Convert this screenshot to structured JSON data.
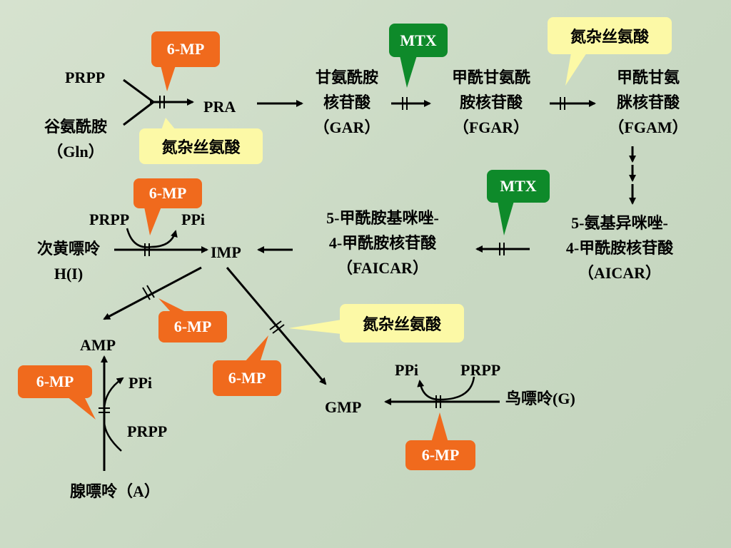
{
  "metabolites": {
    "prpp_top": "PRPP",
    "gln": "谷氨酰胺\n（Gln）",
    "pra": "PRA",
    "gar": "甘氨酰胺\n核苷酸\n（GAR）",
    "fgar": "甲酰甘氨酰\n胺核苷酸\n（FGAR）",
    "fgam": "甲酰甘氨\n脒核苷酸\n（FGAM）",
    "aicar": "5-氨基异咪唑-\n4-甲酰胺核苷酸\n（AICAR）",
    "faicar": "5-甲酰胺基咪唑-\n4-甲酰胺核苷酸\n（FAICAR）",
    "imp": "IMP",
    "hypoxanthine": "次黄嘌呤\nH(I)",
    "prpp_hgprt": "PRPP",
    "ppi_hgprt": "PPi",
    "amp": "AMP",
    "ppi_aprt": "PPi",
    "prpp_aprt": "PRPP",
    "adenine": "腺嘌呤（A）",
    "gmp": "GMP",
    "ppi_guanine": "PPi",
    "prpp_guanine": "PRPP",
    "guanine": "鸟嘌呤(G)"
  },
  "inhibitors": {
    "mp_1": "6-MP",
    "aza_1": "氮杂丝氨酸",
    "mtx_1": "MTX",
    "aza_2": "氮杂丝氨酸",
    "mtx_2": "MTX",
    "mp_2": "6-MP",
    "mp_3": "6-MP",
    "aza_3": "氮杂丝氨酸",
    "mp_4": "6-MP",
    "mp_5": "6-MP",
    "mp_6": "6-MP"
  },
  "colors": {
    "six_mp": "#f06a1d",
    "mtx": "#0e8a2a",
    "azaserine": "#fcf9a6",
    "background": "#cfddc9"
  }
}
